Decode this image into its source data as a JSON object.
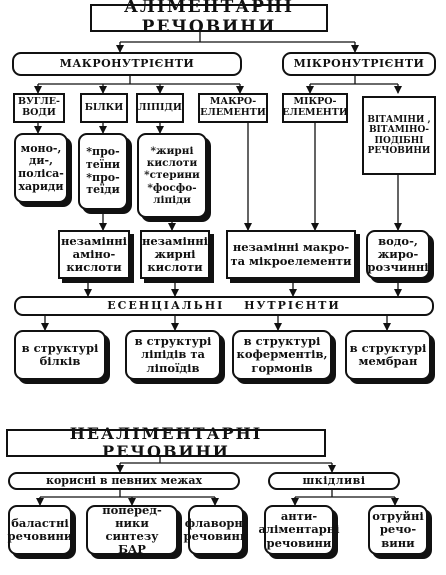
{
  "alimentary": {
    "title": "АЛІМЕНТАРНІ   РЕЧОВИНИ",
    "macro": "МАКРОНУТРІЄНТИ",
    "micro": "МІКРОНУТРІЄНТИ",
    "categories": {
      "carbs": "ВУГЛЕ-\nВОДИ",
      "proteins": "БІЛКИ",
      "lipids": "ЛІПІДИ",
      "macroelements": "МАКРО-\nЕЛЕМЕНТИ",
      "microelements": "МІКРО-\nЕЛЕМЕНТИ",
      "vitamins": "ВІТАМІНИ ,\nВІТАМІНО-\nПОДІБНІ\nРЕЧОВИНИ"
    },
    "details": {
      "carbs": "моно-,\nди-,\nполіса-\nхариди",
      "proteins": "*про-\nтеїни\n*про-\nтеїди",
      "lipids": "*жирні\nкислоти\n*стерини\n*фосфо-\nліпіди"
    },
    "essentials": {
      "amino": "незамінні\nаміно-\nкислоти",
      "fatty": "незамінні\nжирні\nкислоти",
      "elements": "незамінні макро-\nта мікроелементи",
      "vitamins": "водо-,\nжиро-\nрозчинні"
    },
    "essential_bar": "ЕСЕНЦІАЛЬНІ   НУТРІЄНТИ",
    "roles": {
      "proteins": "в структурі\nбілків",
      "lipids": "в структурі\nліпідів та\nліпоїдів",
      "coenzymes": "в структурі\nкоферментів,\nгормонів",
      "membranes": "в структурі\nмембран"
    }
  },
  "nonalimentary": {
    "title": "НЕАЛІМЕНТАРНІ   РЕЧОВИНИ",
    "useful": "корисні  в  певних  межах",
    "harmful": "шкідливі",
    "items": {
      "ballast": "баластні\nречовини",
      "precursors": "поперед-\nники синтезу\nБАР",
      "flavor": "флаворні\nречовини",
      "antialimentary": "анти-\nаліментарні\nречовини",
      "toxic": "отруйні\nречо-\nвини"
    }
  }
}
